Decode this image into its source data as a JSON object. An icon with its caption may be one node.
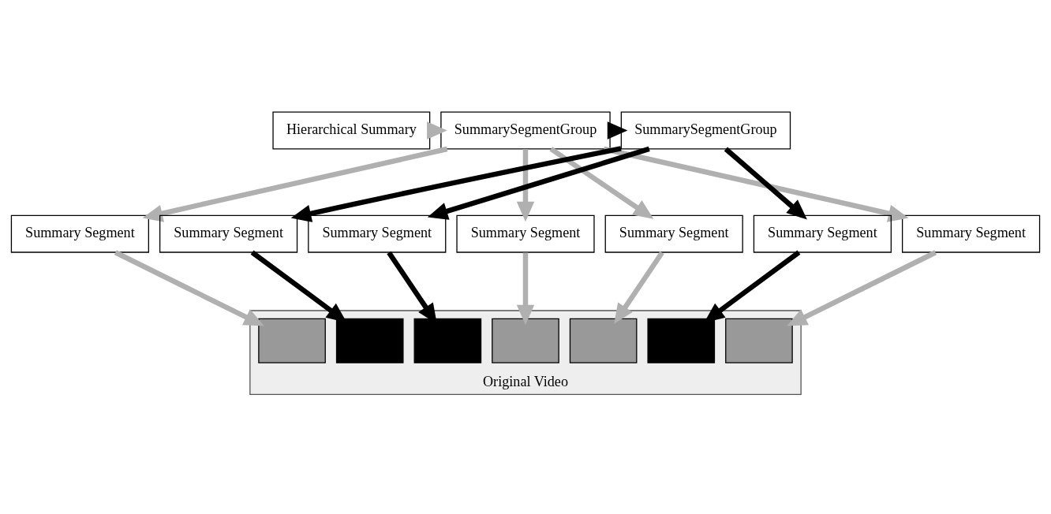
{
  "diagram": {
    "nodes": [
      {
        "text": [
          "Hierarchical Summary"
        ]
      },
      {
        "text": [
          "SummarySegmentGroup"
        ]
      },
      {
        "text": [
          "SummarySegmentGroup"
        ]
      },
      {
        "text": [
          "Summary Segment"
        ]
      },
      {
        "text": [
          "Summary Segment"
        ]
      },
      {
        "text": [
          "Summary Segment"
        ]
      },
      {
        "text": [
          "Summary Segment"
        ]
      },
      {
        "text": [
          "Summary Segment"
        ]
      },
      {
        "text": [
          "Summary Segment"
        ]
      },
      {
        "text": [
          "Summary Segment"
        ]
      },
      {
        "text": [
          "Original Video"
        ]
      },
      {
        "text": [],
        "shape": "box",
        "in": 10
      },
      {
        "text": [],
        "shape": "box",
        "in": 10
      },
      {
        "text": [],
        "shape": "box",
        "in": 10
      },
      {
        "text": [],
        "shape": "box",
        "in": 10
      },
      {
        "text": [],
        "shape": "box",
        "in": 10
      },
      {
        "text": [],
        "shape": "box",
        "in": 10
      },
      {
        "text": [],
        "shape": "box",
        "in": 10
      }
    ],
    "edges": [
      {
        "from": 0,
        "to": 1,
        "arrow": "to"
      },
      {
        "from": 1,
        "to": 2,
        "arrow": "to",
        "color": "#000000"
      },
      {
        "from": 1,
        "to": 3,
        "arrow": "to"
      },
      {
        "from": 1,
        "to": 6,
        "arrow": "to"
      },
      {
        "from": 1,
        "to": 7,
        "arrow": "to"
      },
      {
        "from": 1,
        "to": 9,
        "arrow": "to"
      },
      {
        "from": 2,
        "to": 4,
        "arrow": "to",
        "color": "#000000"
      },
      {
        "from": 2,
        "to": 5,
        "arrow": "to",
        "color": "#000000"
      },
      {
        "from": 2,
        "to": 8,
        "arrow": "to",
        "color": "#000000"
      },
      {
        "from": 3,
        "to": 11,
        "arrow": "to"
      },
      {
        "from": 4,
        "to": 12,
        "arrow": "to",
        "color": "#000000"
      },
      {
        "from": 5,
        "to": 13,
        "arrow": "to",
        "color": "#000000"
      },
      {
        "from": 6,
        "to": 14,
        "arrow": "to"
      },
      {
        "from": 7,
        "to": 15,
        "arrow": "to"
      },
      {
        "from": 8,
        "to": 16,
        "arrow": "to",
        "color": "#000000"
      },
      {
        "from": 9,
        "to": 17,
        "arrow": "to"
      }
    ]
  }
}
